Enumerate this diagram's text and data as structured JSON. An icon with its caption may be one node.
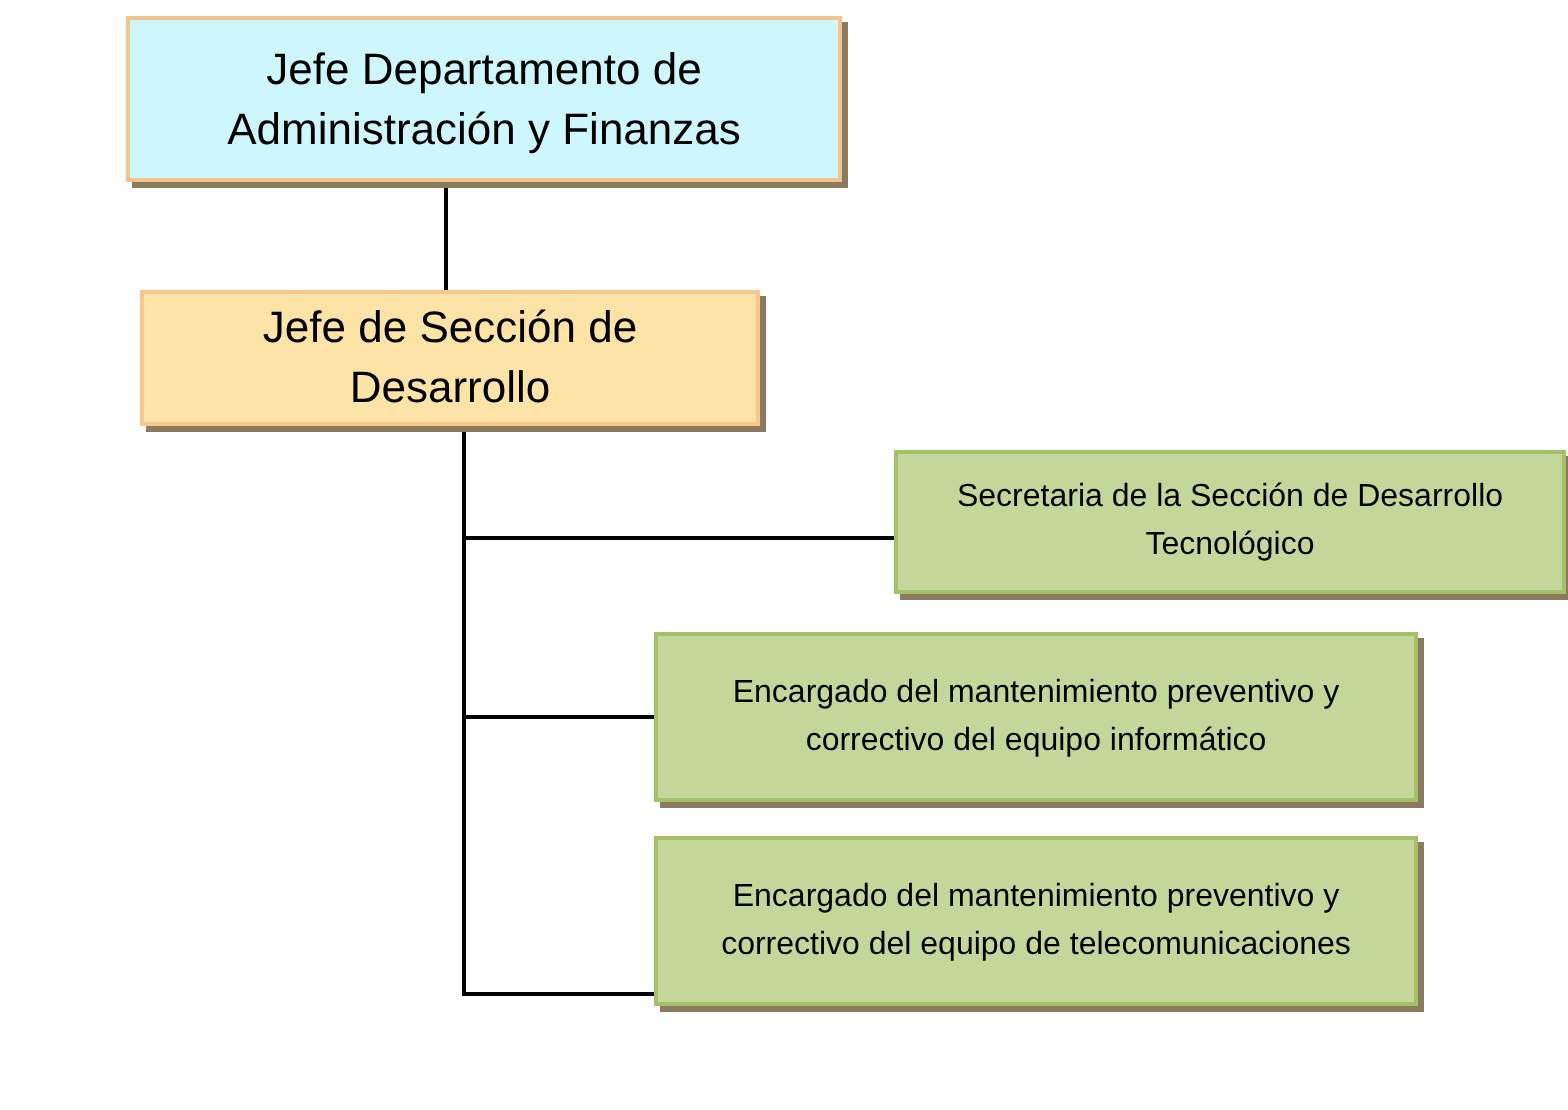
{
  "diagram": {
    "nodes": [
      {
        "text": [
          "Jefe Departamento de Administración y Finanzas"
        ]
      },
      {
        "text": [
          "Jefe de Sección de Desarrollo"
        ]
      },
      {
        "text": [
          "Secretaria de la Sección de Desarrollo Tecnológico"
        ]
      },
      {
        "text": [
          "Encargado del mantenimiento preventivo y correctivo del equipo informático"
        ]
      },
      {
        "text": [
          "Encargado del mantenimiento preventivo y correctivo del equipo de telecomunicaciones"
        ]
      }
    ],
    "edges": [
      {
        "from": 0,
        "to": 1,
        "arrow": "none"
      },
      {
        "from": 1,
        "to": 2,
        "arrow": "none"
      },
      {
        "from": 1,
        "to": 3,
        "arrow": "none"
      },
      {
        "from": 1,
        "to": 4,
        "arrow": "none"
      }
    ]
  }
}
